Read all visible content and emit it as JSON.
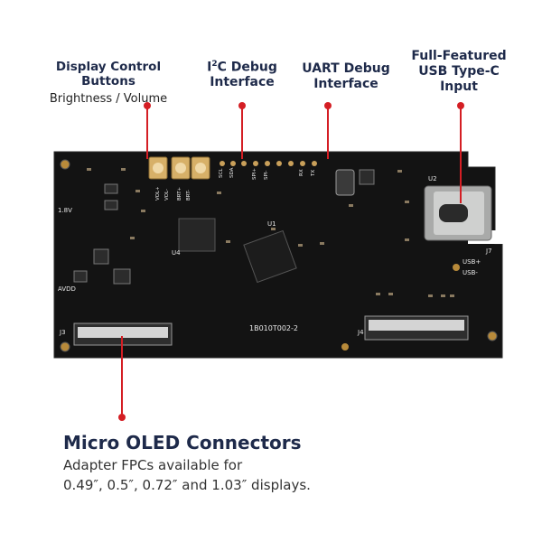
{
  "callouts": {
    "buttons": {
      "title": "Display Control Buttons",
      "subtitle": "Brightness / Volume"
    },
    "i2c": {
      "title_pre": "I",
      "title_sup": "2",
      "title_post": "C Debug",
      "line2": "Interface"
    },
    "uart": {
      "title": "UART Debug",
      "line2": "Interface"
    },
    "usb": {
      "line1": "Full-Featured",
      "line2": "USB Type-C",
      "line3": "Input"
    }
  },
  "board": {
    "part_number": "1B010T002-2",
    "labels": {
      "voltage": "1.8V",
      "avdd": "AVDD",
      "usb_plus": "USB+",
      "usb_minus": "USB-",
      "j3": "J3",
      "j4": "J4",
      "j7": "J7",
      "u2": "U2",
      "u4": "U4",
      "u1": "U1"
    },
    "header_pins": [
      "SCL",
      "SDA",
      "SPI+",
      "SPI-",
      "RX",
      "TX"
    ],
    "button_labels": [
      "VOL+",
      "VOL-",
      "BRT+",
      "BRT-"
    ]
  },
  "bottom": {
    "title": "Micro OLED Connectors",
    "line1": "Adapter FPCs available for",
    "line2": "0.49″, 0.5″, 0.72″ and 1.03″ displays."
  },
  "colors": {
    "board": "#141414",
    "accent_red": "#d41e24",
    "text_dark": "#1e2a4a",
    "silkscreen": "#e8e8e8",
    "gold": "#d8b060"
  }
}
